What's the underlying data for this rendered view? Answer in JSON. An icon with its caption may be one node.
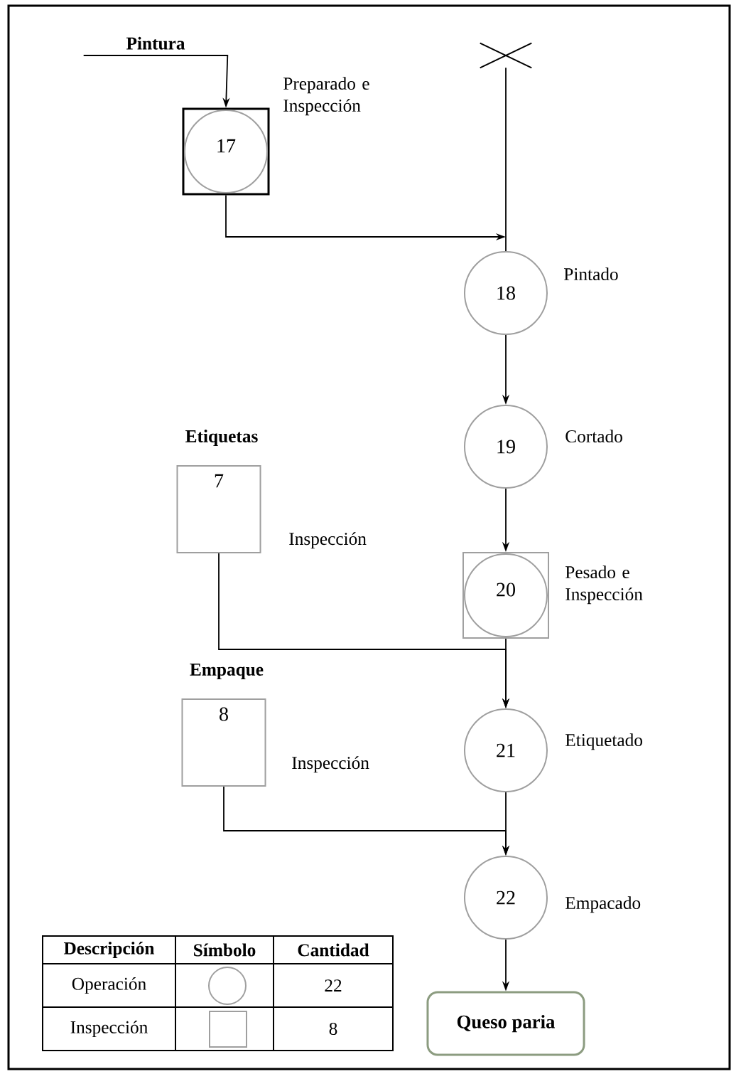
{
  "diagram": {
    "nodes": [
      {
        "text": [
          "Pintura"
        ]
      },
      {
        "text": [],
        "shape": "cross"
      },
      {
        "text": [
          "17"
        ],
        "beside": [
          "Preparado e Inspección"
        ]
      },
      {
        "text": [
          "18"
        ],
        "beside": [
          "Pintado"
        ]
      },
      {
        "text": [
          "Etiquetas",
          "7"
        ],
        "beside": [
          "Inspección"
        ]
      },
      {
        "text": [
          "19"
        ],
        "beside": [
          "Cortado"
        ]
      },
      {
        "text": [
          "20"
        ],
        "beside": [
          "Pesado e Inspección"
        ]
      },
      {
        "text": [
          "Empaque",
          "8"
        ],
        "beside": [
          "Inspección"
        ]
      },
      {
        "text": [
          "21"
        ],
        "beside": [
          "Etiquetado"
        ]
      },
      {
        "text": [
          "22"
        ],
        "beside": [
          "Empacado"
        ]
      },
      {
        "text": [
          "Queso paria"
        ]
      }
    ],
    "edges": [
      {
        "from": 0,
        "to": 2,
        "arrow": "to"
      },
      {
        "from": 1,
        "to": 3,
        "arrow": "none"
      },
      {
        "from": 2,
        "to": 3,
        "arrow": "to"
      },
      {
        "from": 3,
        "to": 5,
        "arrow": "to"
      },
      {
        "from": 5,
        "to": 6,
        "arrow": "to"
      },
      {
        "from": 4,
        "to": 8,
        "arrow": "to"
      },
      {
        "from": 6,
        "to": 8,
        "arrow": "to"
      },
      {
        "from": 7,
        "to": 9,
        "arrow": "to"
      },
      {
        "from": 8,
        "to": 9,
        "arrow": "to"
      },
      {
        "from": 9,
        "to": 10,
        "arrow": "to"
      }
    ],
    "labels": [
      "Descripción",
      "Símbolo",
      "Cantidad",
      "Operación",
      "22",
      "Inspección",
      "8"
    ]
  }
}
